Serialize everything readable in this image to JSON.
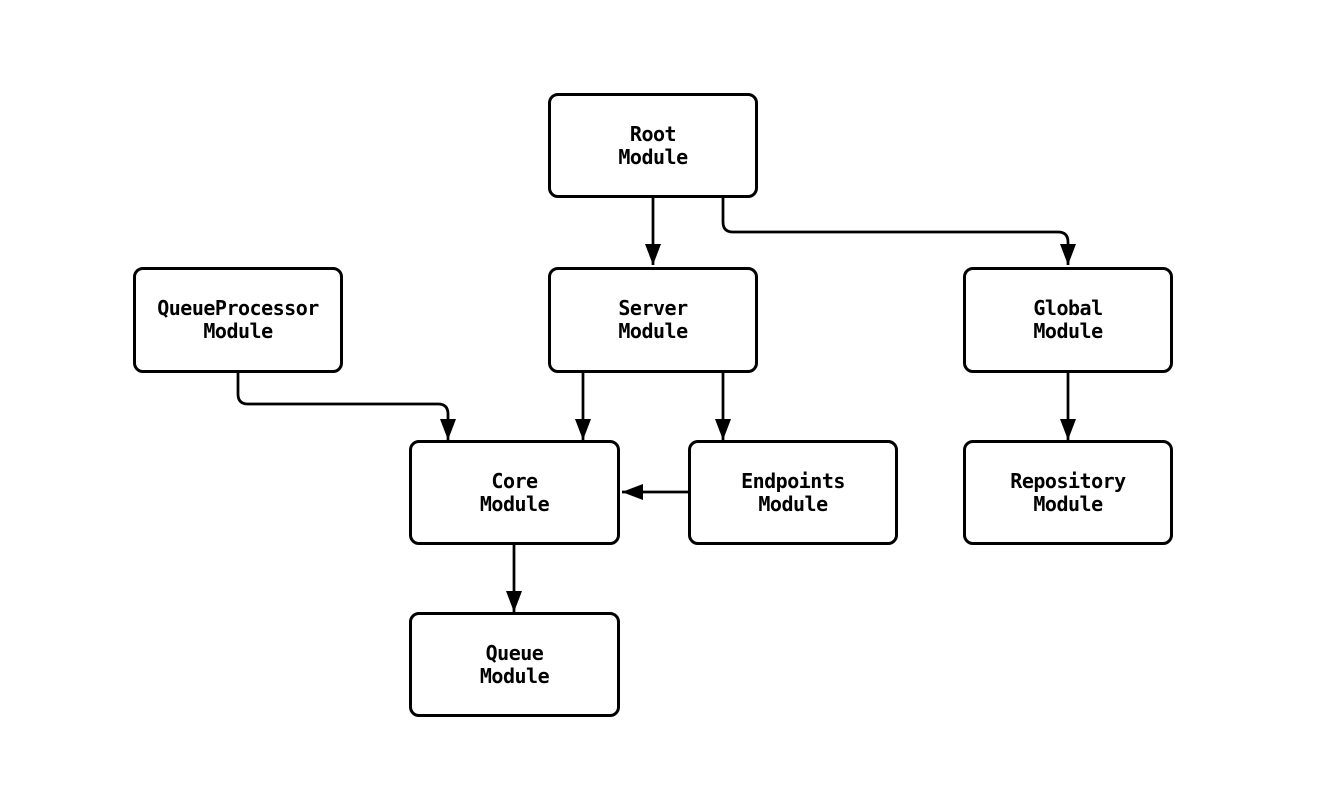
{
  "diagram": {
    "colors": {
      "background": "#ffffff",
      "stroke": "#000000",
      "node_fill": "#ffffff",
      "text": "#000000"
    },
    "nodes": [
      {
        "id": "root-module",
        "label": "Root\nModule"
      },
      {
        "id": "queueprocessor-module",
        "label": "QueueProcessor\nModule"
      },
      {
        "id": "server-module",
        "label": "Server\nModule"
      },
      {
        "id": "global-module",
        "label": "Global\nModule"
      },
      {
        "id": "core-module",
        "label": "Core\nModule"
      },
      {
        "id": "endpoints-module",
        "label": "Endpoints\nModule"
      },
      {
        "id": "repository-module",
        "label": "Repository\nModule"
      },
      {
        "id": "queue-module",
        "label": "Queue\nModule"
      }
    ],
    "edges": [
      {
        "from": "root-module",
        "to": "server-module"
      },
      {
        "from": "root-module",
        "to": "global-module"
      },
      {
        "from": "queueprocessor-module",
        "to": "core-module"
      },
      {
        "from": "server-module",
        "to": "core-module"
      },
      {
        "from": "server-module",
        "to": "endpoints-module"
      },
      {
        "from": "endpoints-module",
        "to": "core-module"
      },
      {
        "from": "global-module",
        "to": "repository-module"
      },
      {
        "from": "core-module",
        "to": "queue-module"
      }
    ]
  }
}
